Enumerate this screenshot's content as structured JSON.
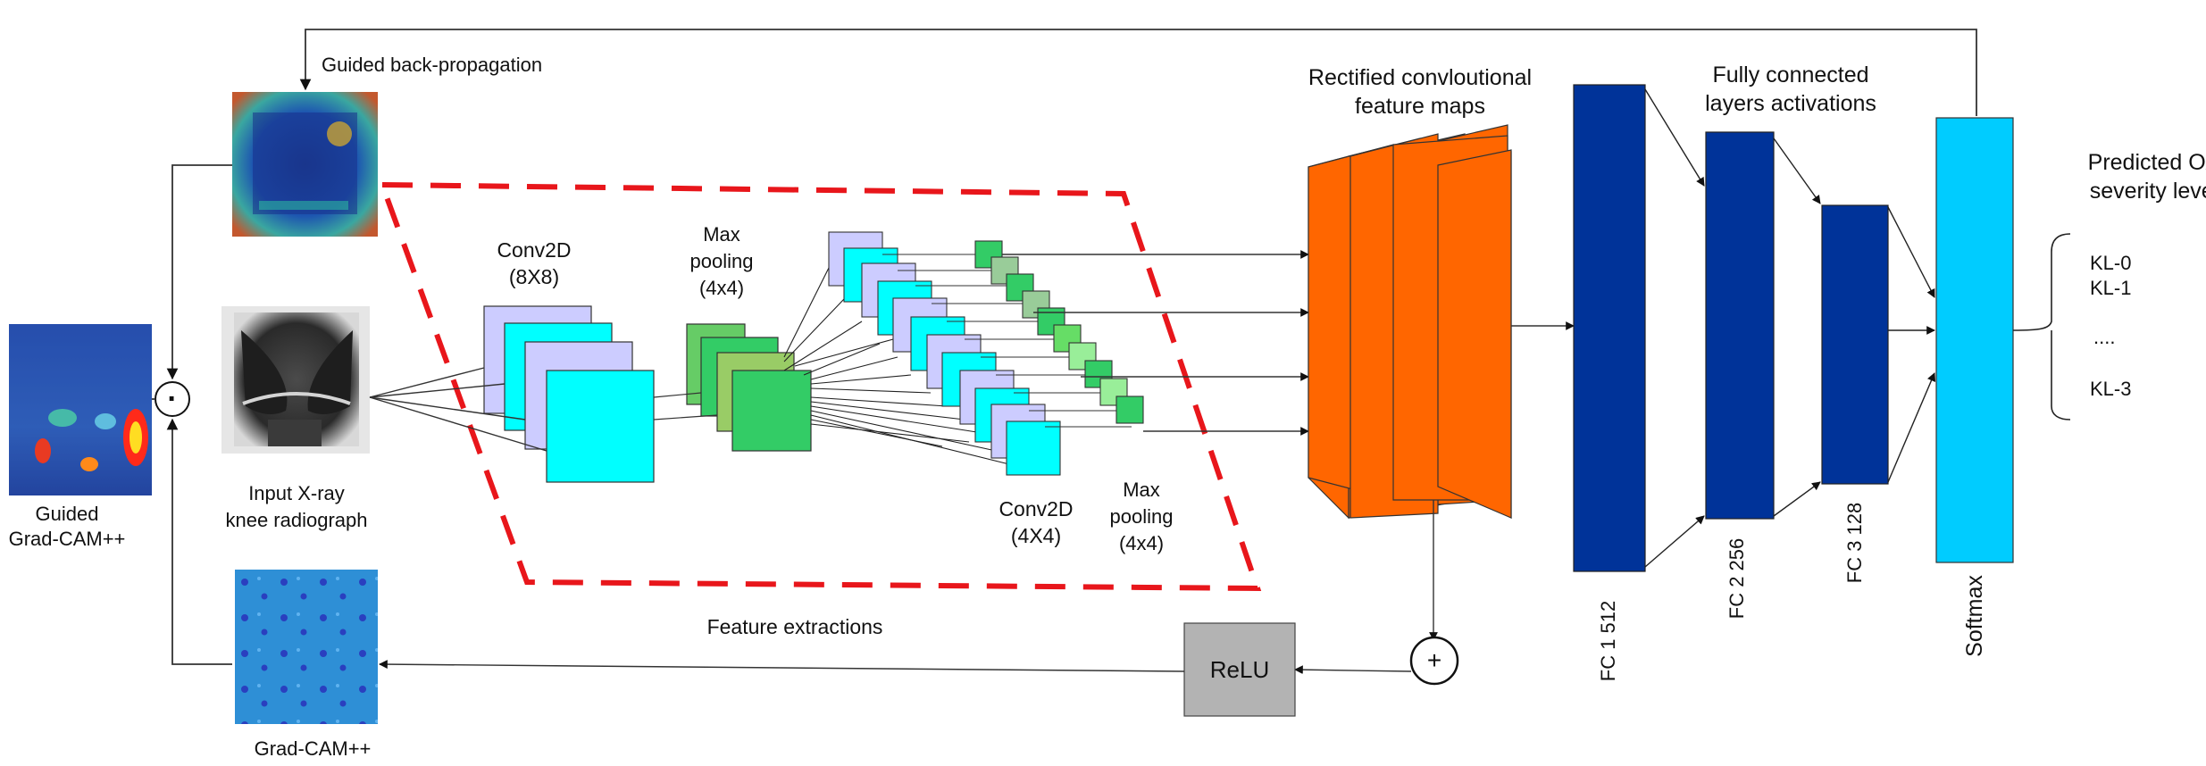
{
  "labels": {
    "guided_backprop": "Guided back-propagation",
    "guided_gradcam_line1": "Guided",
    "guided_gradcam_line2": "Grad-CAM++",
    "input_line1": "Input X-ray",
    "input_line2": "knee radiograph",
    "conv1_line1": "Conv2D",
    "conv1_line2": "(8X8)",
    "maxpool1_line1": "Max",
    "maxpool1_line2": "pooling",
    "maxpool1_line3": "(4x4)",
    "conv2_line1": "Conv2D",
    "conv2_line2": "(4X4)",
    "maxpool2_line1": "Max",
    "maxpool2_line2": "pooling",
    "maxpool2_line3": "(4x4)",
    "feature_extractions": "Feature extractions",
    "gradcam": "Grad-CAM++",
    "rectified_line1": "Rectified  convloutional",
    "rectified_line2": "feature maps",
    "relu": "ReLU",
    "plus": "+",
    "dot": "·",
    "fc_header_line1": "Fully connected",
    "fc_header_line2": "layers activations",
    "fc1": "FC 1 512",
    "fc2": "FC 2 256",
    "fc3": "FC 3 128",
    "softmax": "Softmax",
    "predicted_line1": "Predicted OA",
    "predicted_line2": "severity level",
    "kl0": "KL-0",
    "kl1": "KL-1",
    "ellipsis": "....",
    "kl3": "KL-3"
  },
  "colors": {
    "fc_blue": "#003399",
    "softmax_cyan": "#00ccff",
    "feature_map_orange": "#ff6600",
    "conv_lavender": "#ccccff",
    "conv_cyan": "#00ffff",
    "pool_green_light": "#99cc66",
    "pool_green": "#33cc66",
    "dash_red": "#e8161b",
    "relu_gray": "#b3b3b3"
  }
}
